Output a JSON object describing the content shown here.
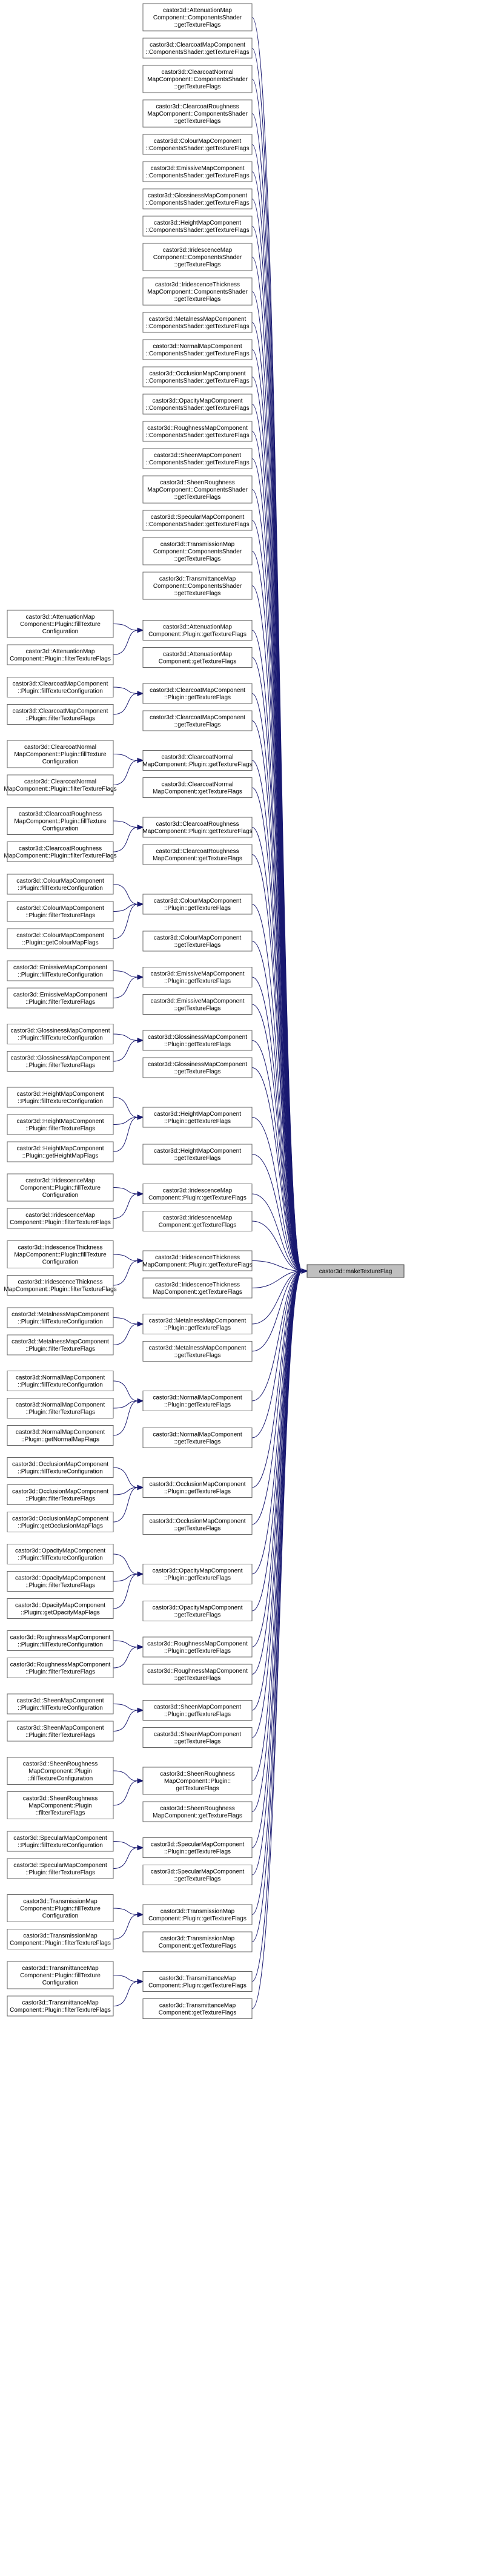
{
  "target": {
    "lines": [
      "castor3d::makeTextureFlag"
    ]
  },
  "colors": {
    "edge": "#191970",
    "node_border": "#666666",
    "target_fill": "#bfbfbf"
  },
  "direct": [
    {
      "lines": [
        "castor3d::AttenuationMap",
        "Component::ComponentsShader",
        "::getTextureFlags"
      ]
    },
    {
      "lines": [
        "castor3d::ClearcoatMapComponent",
        "::ComponentsShader::getTextureFlags"
      ]
    },
    {
      "lines": [
        "castor3d::ClearcoatNormal",
        "MapComponent::ComponentsShader",
        "::getTextureFlags"
      ]
    },
    {
      "lines": [
        "castor3d::ClearcoatRoughness",
        "MapComponent::ComponentsShader",
        "::getTextureFlags"
      ]
    },
    {
      "lines": [
        "castor3d::ColourMapComponent",
        "::ComponentsShader::getTextureFlags"
      ]
    },
    {
      "lines": [
        "castor3d::EmissiveMapComponent",
        "::ComponentsShader::getTextureFlags"
      ]
    },
    {
      "lines": [
        "castor3d::GlossinessMapComponent",
        "::ComponentsShader::getTextureFlags"
      ]
    },
    {
      "lines": [
        "castor3d::HeightMapComponent",
        "::ComponentsShader::getTextureFlags"
      ]
    },
    {
      "lines": [
        "castor3d::IridescenceMap",
        "Component::ComponentsShader",
        "::getTextureFlags"
      ]
    },
    {
      "lines": [
        "castor3d::IridescenceThickness",
        "MapComponent::ComponentsShader",
        "::getTextureFlags"
      ]
    },
    {
      "lines": [
        "castor3d::MetalnessMapComponent",
        "::ComponentsShader::getTextureFlags"
      ]
    },
    {
      "lines": [
        "castor3d::NormalMapComponent",
        "::ComponentsShader::getTextureFlags"
      ]
    },
    {
      "lines": [
        "castor3d::OcclusionMapComponent",
        "::ComponentsShader::getTextureFlags"
      ]
    },
    {
      "lines": [
        "castor3d::OpacityMapComponent",
        "::ComponentsShader::getTextureFlags"
      ]
    },
    {
      "lines": [
        "castor3d::RoughnessMapComponent",
        "::ComponentsShader::getTextureFlags"
      ]
    },
    {
      "lines": [
        "castor3d::SheenMapComponent",
        "::ComponentsShader::getTextureFlags"
      ]
    },
    {
      "lines": [
        "castor3d::SheenRoughness",
        "MapComponent::ComponentsShader",
        "::getTextureFlags"
      ]
    },
    {
      "lines": [
        "castor3d::SpecularMapComponent",
        "::ComponentsShader::getTextureFlags"
      ]
    },
    {
      "lines": [
        "castor3d::TransmissionMap",
        "Component::ComponentsShader",
        "::getTextureFlags"
      ]
    },
    {
      "lines": [
        "castor3d::TransmittanceMap",
        "Component::ComponentsShader",
        "::getTextureFlags"
      ]
    }
  ],
  "groups": [
    {
      "plugin": {
        "lines": [
          "castor3d::AttenuationMap",
          "Component::Plugin::getTextureFlags"
        ]
      },
      "callers": [
        {
          "lines": [
            "castor3d::AttenuationMap",
            "Component::Plugin::fillTexture",
            "Configuration"
          ]
        },
        {
          "lines": [
            "castor3d::AttenuationMap",
            "Component::Plugin::filterTextureFlags"
          ]
        }
      ],
      "base": {
        "lines": [
          "castor3d::AttenuationMap",
          "Component::getTextureFlags"
        ]
      }
    },
    {
      "plugin": {
        "lines": [
          "castor3d::ClearcoatMapComponent",
          "::Plugin::getTextureFlags"
        ]
      },
      "callers": [
        {
          "lines": [
            "castor3d::ClearcoatMapComponent",
            "::Plugin::fillTextureConfiguration"
          ]
        },
        {
          "lines": [
            "castor3d::ClearcoatMapComponent",
            "::Plugin::filterTextureFlags"
          ]
        }
      ],
      "base": {
        "lines": [
          "castor3d::ClearcoatMapComponent",
          "::getTextureFlags"
        ]
      }
    },
    {
      "plugin": {
        "lines": [
          "castor3d::ClearcoatNormal",
          "MapComponent::Plugin::getTextureFlags"
        ]
      },
      "callers": [
        {
          "lines": [
            "castor3d::ClearcoatNormal",
            "MapComponent::Plugin::fillTexture",
            "Configuration"
          ]
        },
        {
          "lines": [
            "castor3d::ClearcoatNormal",
            "MapComponent::Plugin::filterTextureFlags"
          ]
        }
      ],
      "base": {
        "lines": [
          "castor3d::ClearcoatNormal",
          "MapComponent::getTextureFlags"
        ]
      }
    },
    {
      "plugin": {
        "lines": [
          "castor3d::ClearcoatRoughness",
          "MapComponent::Plugin::getTextureFlags"
        ]
      },
      "callers": [
        {
          "lines": [
            "castor3d::ClearcoatRoughness",
            "MapComponent::Plugin::fillTexture",
            "Configuration"
          ]
        },
        {
          "lines": [
            "castor3d::ClearcoatRoughness",
            "MapComponent::Plugin::filterTextureFlags"
          ]
        }
      ],
      "base": {
        "lines": [
          "castor3d::ClearcoatRoughness",
          "MapComponent::getTextureFlags"
        ]
      }
    },
    {
      "plugin": {
        "lines": [
          "castor3d::ColourMapComponent",
          "::Plugin::getTextureFlags"
        ]
      },
      "callers": [
        {
          "lines": [
            "castor3d::ColourMapComponent",
            "::Plugin::fillTextureConfiguration"
          ]
        },
        {
          "lines": [
            "castor3d::ColourMapComponent",
            "::Plugin::filterTextureFlags"
          ]
        },
        {
          "lines": [
            "castor3d::ColourMapComponent",
            "::Plugin::getColourMapFlags"
          ]
        }
      ],
      "base": {
        "lines": [
          "castor3d::ColourMapComponent",
          "::getTextureFlags"
        ]
      }
    },
    {
      "plugin": {
        "lines": [
          "castor3d::EmissiveMapComponent",
          "::Plugin::getTextureFlags"
        ]
      },
      "callers": [
        {
          "lines": [
            "castor3d::EmissiveMapComponent",
            "::Plugin::fillTextureConfiguration"
          ]
        },
        {
          "lines": [
            "castor3d::EmissiveMapComponent",
            "::Plugin::filterTextureFlags"
          ]
        }
      ],
      "base": {
        "lines": [
          "castor3d::EmissiveMapComponent",
          "::getTextureFlags"
        ]
      }
    },
    {
      "plugin": {
        "lines": [
          "castor3d::GlossinessMapComponent",
          "::Plugin::getTextureFlags"
        ]
      },
      "callers": [
        {
          "lines": [
            "castor3d::GlossinessMapComponent",
            "::Plugin::fillTextureConfiguration"
          ]
        },
        {
          "lines": [
            "castor3d::GlossinessMapComponent",
            "::Plugin::filterTextureFlags"
          ]
        }
      ],
      "base": {
        "lines": [
          "castor3d::GlossinessMapComponent",
          "::getTextureFlags"
        ]
      }
    },
    {
      "plugin": {
        "lines": [
          "castor3d::HeightMapComponent",
          "::Plugin::getTextureFlags"
        ]
      },
      "callers": [
        {
          "lines": [
            "castor3d::HeightMapComponent",
            "::Plugin::fillTextureConfiguration"
          ]
        },
        {
          "lines": [
            "castor3d::HeightMapComponent",
            "::Plugin::filterTextureFlags"
          ]
        },
        {
          "lines": [
            "castor3d::HeightMapComponent",
            "::Plugin::getHeightMapFlags"
          ]
        }
      ],
      "base": {
        "lines": [
          "castor3d::HeightMapComponent",
          "::getTextureFlags"
        ]
      }
    },
    {
      "plugin": {
        "lines": [
          "castor3d::IridescenceMap",
          "Component::Plugin::getTextureFlags"
        ]
      },
      "callers": [
        {
          "lines": [
            "castor3d::IridescenceMap",
            "Component::Plugin::fillTexture",
            "Configuration"
          ]
        },
        {
          "lines": [
            "castor3d::IridescenceMap",
            "Component::Plugin::filterTextureFlags"
          ]
        }
      ],
      "base": {
        "lines": [
          "castor3d::IridescenceMap",
          "Component::getTextureFlags"
        ]
      }
    },
    {
      "plugin": {
        "lines": [
          "castor3d::IridescenceThickness",
          "MapComponent::Plugin::getTextureFlags"
        ]
      },
      "callers": [
        {
          "lines": [
            "castor3d::IridescenceThickness",
            "MapComponent::Plugin::fillTexture",
            "Configuration"
          ]
        },
        {
          "lines": [
            "castor3d::IridescenceThickness",
            "MapComponent::Plugin::filterTextureFlags"
          ]
        }
      ],
      "base": {
        "lines": [
          "castor3d::IridescenceThickness",
          "MapComponent::getTextureFlags"
        ]
      }
    },
    {
      "plugin": {
        "lines": [
          "castor3d::MetalnessMapComponent",
          "::Plugin::getTextureFlags"
        ]
      },
      "callers": [
        {
          "lines": [
            "castor3d::MetalnessMapComponent",
            "::Plugin::fillTextureConfiguration"
          ]
        },
        {
          "lines": [
            "castor3d::MetalnessMapComponent",
            "::Plugin::filterTextureFlags"
          ]
        }
      ],
      "base": {
        "lines": [
          "castor3d::MetalnessMapComponent",
          "::getTextureFlags"
        ]
      }
    },
    {
      "plugin": {
        "lines": [
          "castor3d::NormalMapComponent",
          "::Plugin::getTextureFlags"
        ]
      },
      "callers": [
        {
          "lines": [
            "castor3d::NormalMapComponent",
            "::Plugin::fillTextureConfiguration"
          ]
        },
        {
          "lines": [
            "castor3d::NormalMapComponent",
            "::Plugin::filterTextureFlags"
          ]
        },
        {
          "lines": [
            "castor3d::NormalMapComponent",
            "::Plugin::getNormalMapFlags"
          ]
        }
      ],
      "base": {
        "lines": [
          "castor3d::NormalMapComponent",
          "::getTextureFlags"
        ]
      }
    },
    {
      "plugin": {
        "lines": [
          "castor3d::OcclusionMapComponent",
          "::Plugin::getTextureFlags"
        ]
      },
      "callers": [
        {
          "lines": [
            "castor3d::OcclusionMapComponent",
            "::Plugin::fillTextureConfiguration"
          ]
        },
        {
          "lines": [
            "castor3d::OcclusionMapComponent",
            "::Plugin::filterTextureFlags"
          ]
        },
        {
          "lines": [
            "castor3d::OcclusionMapComponent",
            "::Plugin::getOcclusionMapFlags"
          ]
        }
      ],
      "base": {
        "lines": [
          "castor3d::OcclusionMapComponent",
          "::getTextureFlags"
        ]
      }
    },
    {
      "plugin": {
        "lines": [
          "castor3d::OpacityMapComponent",
          "::Plugin::getTextureFlags"
        ]
      },
      "callers": [
        {
          "lines": [
            "castor3d::OpacityMapComponent",
            "::Plugin::fillTextureConfiguration"
          ]
        },
        {
          "lines": [
            "castor3d::OpacityMapComponent",
            "::Plugin::filterTextureFlags"
          ]
        },
        {
          "lines": [
            "castor3d::OpacityMapComponent",
            "::Plugin::getOpacityMapFlags"
          ]
        }
      ],
      "base": {
        "lines": [
          "castor3d::OpacityMapComponent",
          "::getTextureFlags"
        ]
      }
    },
    {
      "plugin": {
        "lines": [
          "castor3d::RoughnessMapComponent",
          "::Plugin::getTextureFlags"
        ]
      },
      "callers": [
        {
          "lines": [
            "castor3d::RoughnessMapComponent",
            "::Plugin::fillTextureConfiguration"
          ]
        },
        {
          "lines": [
            "castor3d::RoughnessMapComponent",
            "::Plugin::filterTextureFlags"
          ]
        }
      ],
      "base": {
        "lines": [
          "castor3d::RoughnessMapComponent",
          "::getTextureFlags"
        ]
      }
    },
    {
      "plugin": {
        "lines": [
          "castor3d::SheenMapComponent",
          "::Plugin::getTextureFlags"
        ]
      },
      "callers": [
        {
          "lines": [
            "castor3d::SheenMapComponent",
            "::Plugin::fillTextureConfiguration"
          ]
        },
        {
          "lines": [
            "castor3d::SheenMapComponent",
            "::Plugin::filterTextureFlags"
          ]
        }
      ],
      "base": {
        "lines": [
          "castor3d::SheenMapComponent",
          "::getTextureFlags"
        ]
      }
    },
    {
      "plugin": {
        "lines": [
          "castor3d::SheenRoughness",
          "MapComponent::Plugin::",
          "getTextureFlags"
        ]
      },
      "callers": [
        {
          "lines": [
            "castor3d::SheenRoughness",
            "MapComponent::Plugin",
            "::fillTextureConfiguration"
          ]
        },
        {
          "lines": [
            "castor3d::SheenRoughness",
            "MapComponent::Plugin",
            "::filterTextureFlags"
          ]
        }
      ],
      "base": {
        "lines": [
          "castor3d::SheenRoughness",
          "MapComponent::getTextureFlags"
        ]
      }
    },
    {
      "plugin": {
        "lines": [
          "castor3d::SpecularMapComponent",
          "::Plugin::getTextureFlags"
        ]
      },
      "callers": [
        {
          "lines": [
            "castor3d::SpecularMapComponent",
            "::Plugin::fillTextureConfiguration"
          ]
        },
        {
          "lines": [
            "castor3d::SpecularMapComponent",
            "::Plugin::filterTextureFlags"
          ]
        }
      ],
      "base": {
        "lines": [
          "castor3d::SpecularMapComponent",
          "::getTextureFlags"
        ]
      }
    },
    {
      "plugin": {
        "lines": [
          "castor3d::TransmissionMap",
          "Component::Plugin::getTextureFlags"
        ]
      },
      "callers": [
        {
          "lines": [
            "castor3d::TransmissionMap",
            "Component::Plugin::fillTexture",
            "Configuration"
          ]
        },
        {
          "lines": [
            "castor3d::TransmissionMap",
            "Component::Plugin::filterTextureFlags"
          ]
        }
      ],
      "base": {
        "lines": [
          "castor3d::TransmissionMap",
          "Component::getTextureFlags"
        ]
      }
    },
    {
      "plugin": {
        "lines": [
          "castor3d::TransmittanceMap",
          "Component::Plugin::getTextureFlags"
        ]
      },
      "callers": [
        {
          "lines": [
            "castor3d::TransmittanceMap",
            "Component::Plugin::fillTexture",
            "Configuration"
          ]
        },
        {
          "lines": [
            "castor3d::TransmittanceMap",
            "Component::Plugin::filterTextureFlags"
          ]
        }
      ],
      "base": {
        "lines": [
          "castor3d::TransmittanceMap",
          "Component::getTextureFlags"
        ]
      }
    }
  ]
}
